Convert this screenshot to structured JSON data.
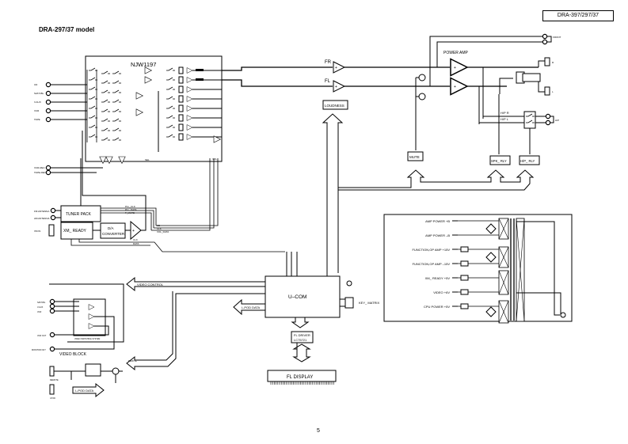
{
  "header": {
    "model_code": "DRA-397/297/37",
    "subtitle": "DRA-297/37 model"
  },
  "page_number": "5",
  "blocks": {
    "processor_ic": "NJW1197",
    "tuner_pack": "TUNER PACK",
    "xm_ready": "XM_ READY",
    "da_converter_1": "D/A",
    "da_converter_2": "CONVERTER",
    "loudness": "LOUDNESS",
    "mute": "MUTE",
    "spk_rly": "SPK_ RLY",
    "hp_rly": "H/P_ RLY",
    "power_amp": "POWER AMP",
    "ucom": "U–COM",
    "key_matrix": "KEY_ MATRIX",
    "fl_driver_1": "FL DRIVER",
    "fl_driver_2": "LC75721",
    "fl_display": "FL DISPLAY",
    "video_block": "VIDEO BLOCK",
    "video_switch": "VIDEO SWITCHING SYSTEM"
  },
  "signals": {
    "fr": "FR",
    "fl": "FL",
    "hp_r": "H/P R",
    "hp_l": "H/P L",
    "hp": "H/P",
    "front_speaker": "FRONT",
    "sp_r": "R",
    "sp_l": "L",
    "pll_ce": "PLL_CLK",
    "pll_data": "PLL_DATA",
    "t_mute": "T_MUTE",
    "ce": "CE",
    "clk": "CLK",
    "vol_data": "VOL_DATA",
    "clk2": "CLK",
    "data": "DATA",
    "video_control": "VIDEO CONTROL",
    "ipod_data": "I–POD DATA",
    "ipod_data_2": "I–POD DATA",
    "remote": "REMOTE"
  },
  "inputs": {
    "audio": [
      "CD",
      "SAT/CBL",
      "V.AUX",
      "VCR",
      "TAPE"
    ],
    "rec_out": [
      "VCR-REC",
      "TAPE-REC"
    ],
    "antenna": [
      "FM ANTENNA",
      "AM ANTENNA"
    ],
    "xm_in": "XM IN",
    "video_in": [
      "SAT/CBL",
      "V.AUX",
      "VCR"
    ],
    "video_out": [
      "VCR OUT",
      "MONITOR OUT"
    ],
    "ipod": [
      "REMOTE",
      "I-POD"
    ]
  },
  "power_supply": {
    "rails": [
      "AMP POWER +B",
      "AMP POWER –B",
      "FUNCTION,OP AMP +15V",
      "FUNCTION,OP AMP –15V",
      "XM_ READY +5V",
      "VIDEO +6V",
      "CPU POWER +5V"
    ]
  }
}
